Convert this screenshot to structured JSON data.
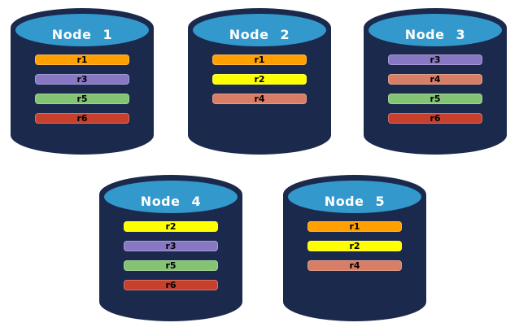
{
  "background_color": "#FFFFFF",
  "cylinder": {
    "body_color": "#1B2A4C",
    "top_color": "#3399CC",
    "title_color": "#FFFFFF"
  },
  "replica_colors": {
    "r1": "#FFA000",
    "r2": "#FFFF00",
    "r3": "#8878C3",
    "r4": "#D97E66",
    "r5": "#85C374",
    "r6": "#C7402D"
  },
  "nodes": [
    {
      "title": "Node 1",
      "bars": [
        {
          "label": "r1",
          "color": "#FFA000"
        },
        {
          "label": "r3",
          "color": "#8878C3"
        },
        {
          "label": "r5",
          "color": "#85C374"
        },
        {
          "label": "r6",
          "color": "#C7402D"
        }
      ]
    },
    {
      "title": "Node 2",
      "bars": [
        {
          "label": "r1",
          "color": "#FFA000"
        },
        {
          "label": "r2",
          "color": "#FFFF00"
        },
        {
          "label": "r4",
          "color": "#D97E66"
        }
      ]
    },
    {
      "title": "Node 3",
      "bars": [
        {
          "label": "r3",
          "color": "#8878C3"
        },
        {
          "label": "r4",
          "color": "#D97E66"
        },
        {
          "label": "r5",
          "color": "#85C374"
        },
        {
          "label": "r6",
          "color": "#C7402D"
        }
      ]
    },
    {
      "title": "Node 4",
      "bars": [
        {
          "label": "r2",
          "color": "#FFFF00"
        },
        {
          "label": "r3",
          "color": "#8878C3"
        },
        {
          "label": "r5",
          "color": "#85C374"
        },
        {
          "label": "r6",
          "color": "#C7402D"
        }
      ]
    },
    {
      "title": "Node 5",
      "bars": [
        {
          "label": "r1",
          "color": "#FFA000"
        },
        {
          "label": "r2",
          "color": "#FFFF00"
        },
        {
          "label": "r4",
          "color": "#D97E66"
        }
      ]
    }
  ]
}
